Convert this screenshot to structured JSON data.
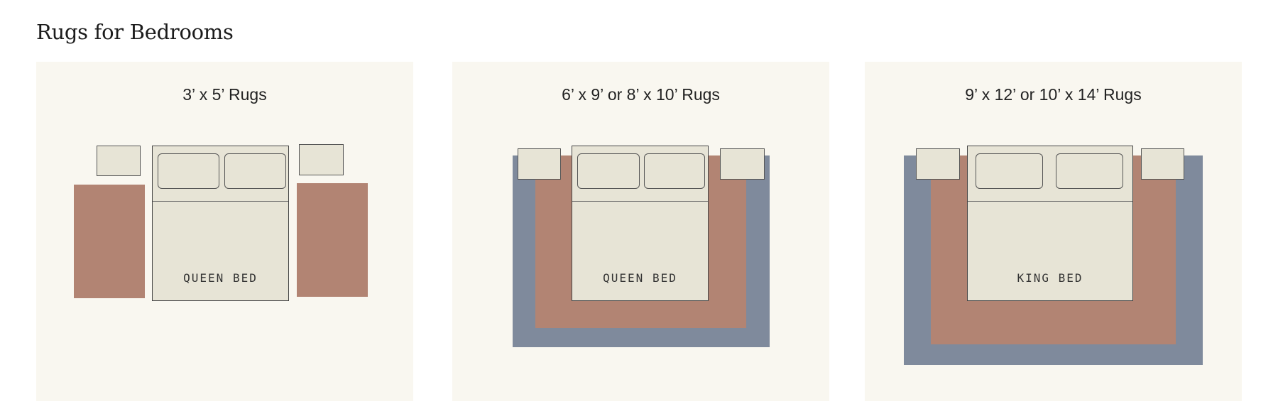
{
  "title": "Rugs for Bedrooms",
  "colors": {
    "panel_bg": "#f9f7f0",
    "rug_red": "#b28473",
    "rug_blue": "#7f8a9c",
    "furniture": "#e7e4d6"
  },
  "panels": [
    {
      "title": "3’ x 5’ Rugs",
      "bed_label": "QUEEN BED"
    },
    {
      "title": "6’ x 9’ or 8’ x 10’ Rugs",
      "bed_label": "QUEEN BED"
    },
    {
      "title": "9’ x 12’ or 10’ x 14’ Rugs",
      "bed_label": "KING BED"
    }
  ]
}
